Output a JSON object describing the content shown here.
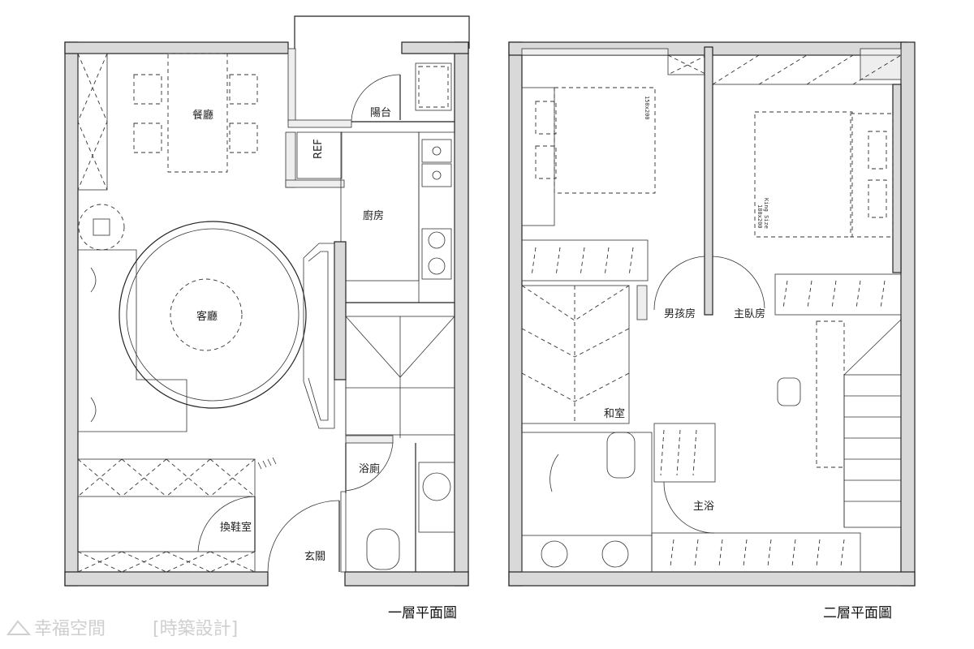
{
  "floor1": {
    "title": "一層平面圖",
    "rooms": {
      "dining": "餐廳",
      "balcony": "陽台",
      "ref": "REF",
      "kitchen": "廚房",
      "living": "客廳",
      "bath": "浴廁",
      "shoe_room": "換鞋室",
      "entrance": "玄關"
    }
  },
  "floor2": {
    "title": "二層平面圖",
    "rooms": {
      "boys_room": "男孩房",
      "master_bedroom": "主臥房",
      "tatami_room": "和室",
      "master_bath": "主浴"
    },
    "bed_small_label": "150x200",
    "bed_king_label": "King Size",
    "bed_king_dims": "180x200"
  },
  "watermark": {
    "brand": "幸福空間",
    "designer": "[時築設計]"
  }
}
